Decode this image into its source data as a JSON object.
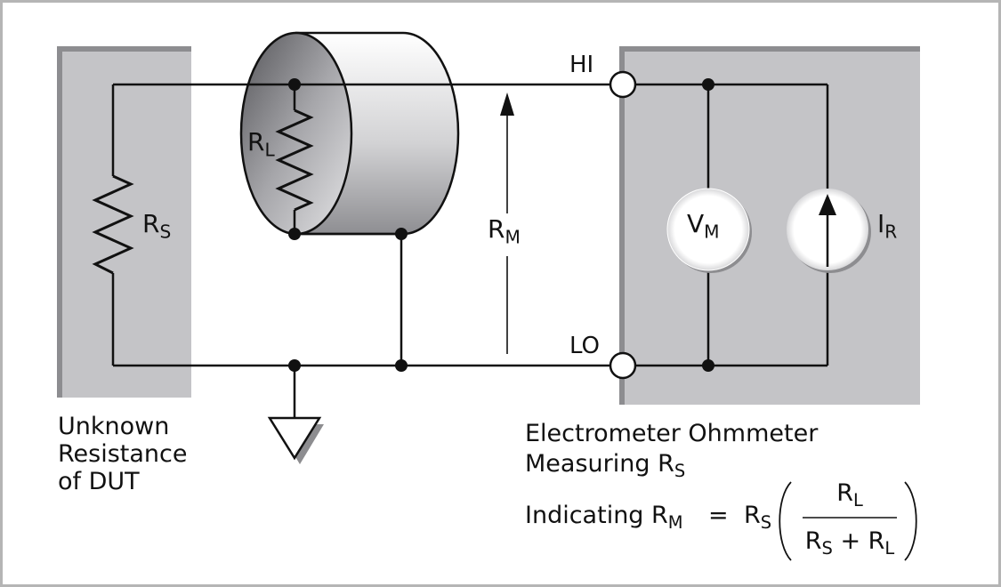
{
  "labels": {
    "rs": {
      "main": "R",
      "sub": "S"
    },
    "rl": {
      "main": "R",
      "sub": "L"
    },
    "rm": {
      "main": "R",
      "sub": "M"
    },
    "vm": {
      "main": "V",
      "sub": "M"
    },
    "ir": {
      "main": "I",
      "sub": "R"
    },
    "hi": "HI",
    "lo": "LO"
  },
  "captions": {
    "dut": [
      "Unknown",
      "Resistance",
      "of DUT"
    ],
    "meter_line1": "Electrometer Ohmmeter",
    "meter_line2": {
      "text": "Measuring R",
      "sub": "S"
    }
  },
  "formula": {
    "lhs_prefix": "Indicating R",
    "lhs_sub": "M",
    "equals": "=",
    "factor": {
      "main": "R",
      "sub": "S"
    },
    "numerator": {
      "main": "R",
      "sub": "L"
    },
    "denominator": {
      "a_main": "R",
      "a_sub": "S",
      "plus": "+",
      "b_main": "R",
      "b_sub": "L"
    }
  },
  "colors": {
    "panel_fill": "#c4c4c7",
    "panel_shadow": "#8d8d90",
    "wire": "#111111",
    "border": "#b5b5b5"
  }
}
